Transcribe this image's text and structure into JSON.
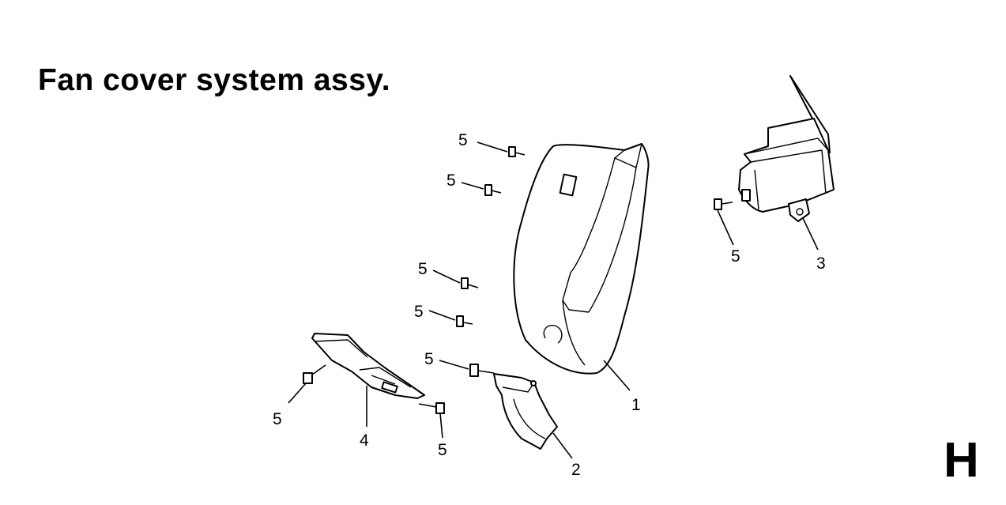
{
  "title": "Fan cover system assy.",
  "section_letter": "H",
  "callouts": [
    {
      "id": "c5a",
      "text": "5"
    },
    {
      "id": "c5b",
      "text": "5"
    },
    {
      "id": "c5c",
      "text": "5"
    },
    {
      "id": "c5d",
      "text": "5"
    },
    {
      "id": "c5e",
      "text": "5"
    },
    {
      "id": "c5f",
      "text": "5"
    },
    {
      "id": "c5g",
      "text": "5"
    },
    {
      "id": "c5h",
      "text": "5"
    },
    {
      "id": "c1",
      "text": "1"
    },
    {
      "id": "c2",
      "text": "2"
    },
    {
      "id": "c3",
      "text": "3"
    },
    {
      "id": "c4",
      "text": "4"
    }
  ]
}
